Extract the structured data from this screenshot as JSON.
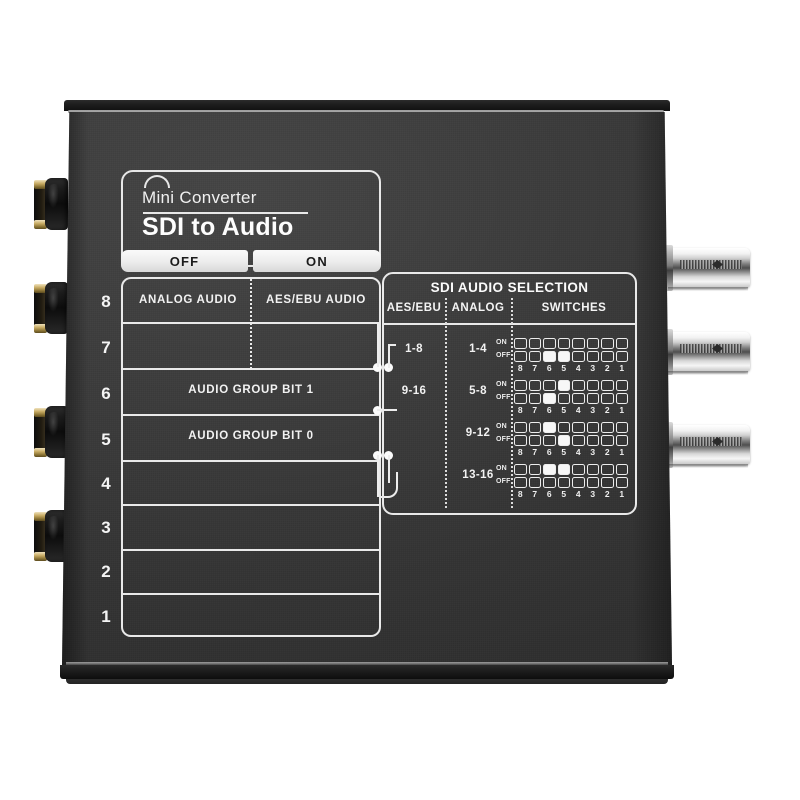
{
  "product": {
    "brand_line": "Mini Converter",
    "title": "SDI to Audio",
    "body_color": "#3a3a3a",
    "silkscreen_color": "#eeeeee"
  },
  "mode_buttons": {
    "off_label": "OFF",
    "on_label": "ON"
  },
  "matrix": {
    "columns": [
      "ANALOG AUDIO",
      "AES/EBU AUDIO"
    ],
    "rows": [
      {
        "label": "ANALOG AUDIO",
        "second_label": "AES/EBU AUDIO",
        "split": true
      },
      {
        "label": "",
        "second_label": "",
        "split": true
      },
      {
        "label": "AUDIO GROUP BIT 1",
        "split": false
      },
      {
        "label": "AUDIO GROUP BIT 0",
        "split": false
      },
      {
        "label": "",
        "split": false
      },
      {
        "label": "",
        "split": false
      },
      {
        "label": "",
        "split": false
      },
      {
        "label": "",
        "split": false
      }
    ]
  },
  "channel_numbers": [
    "8",
    "7",
    "6",
    "5",
    "4",
    "3",
    "2",
    "1"
  ],
  "sdi_panel": {
    "title": "SDI AUDIO SELECTION",
    "column_headers": [
      "AES/EBU",
      "ANALOG",
      "SWITCHES"
    ],
    "lane_labels": {
      "on": "ON",
      "off": "OFF"
    },
    "switch_numbers": [
      "8",
      "7",
      "6",
      "5",
      "4",
      "3",
      "2",
      "1"
    ],
    "rows": [
      {
        "aes_ebu": "1-8",
        "analog": "1-4",
        "on": [
          false,
          false,
          false,
          false,
          false,
          false,
          false,
          false
        ],
        "off": [
          false,
          false,
          true,
          true,
          false,
          false,
          false,
          false
        ]
      },
      {
        "aes_ebu": "9-16",
        "analog": "5-8",
        "on": [
          false,
          false,
          false,
          true,
          false,
          false,
          false,
          false
        ],
        "off": [
          false,
          false,
          true,
          false,
          false,
          false,
          false,
          false
        ]
      },
      {
        "aes_ebu": "",
        "analog": "9-12",
        "on": [
          false,
          false,
          true,
          false,
          false,
          false,
          false,
          false
        ],
        "off": [
          false,
          false,
          false,
          true,
          false,
          false,
          false,
          false
        ]
      },
      {
        "aes_ebu": "",
        "analog": "13-16",
        "on": [
          false,
          false,
          true,
          true,
          false,
          false,
          false,
          false
        ],
        "off": [
          false,
          false,
          false,
          false,
          false,
          false,
          false,
          false
        ]
      }
    ]
  },
  "connectors": {
    "left_jacks_count": 4,
    "left_jack_type": "analog-audio-jack",
    "right_bnc_count": 3,
    "right_bnc_type": "bnc-sdi-connector"
  }
}
